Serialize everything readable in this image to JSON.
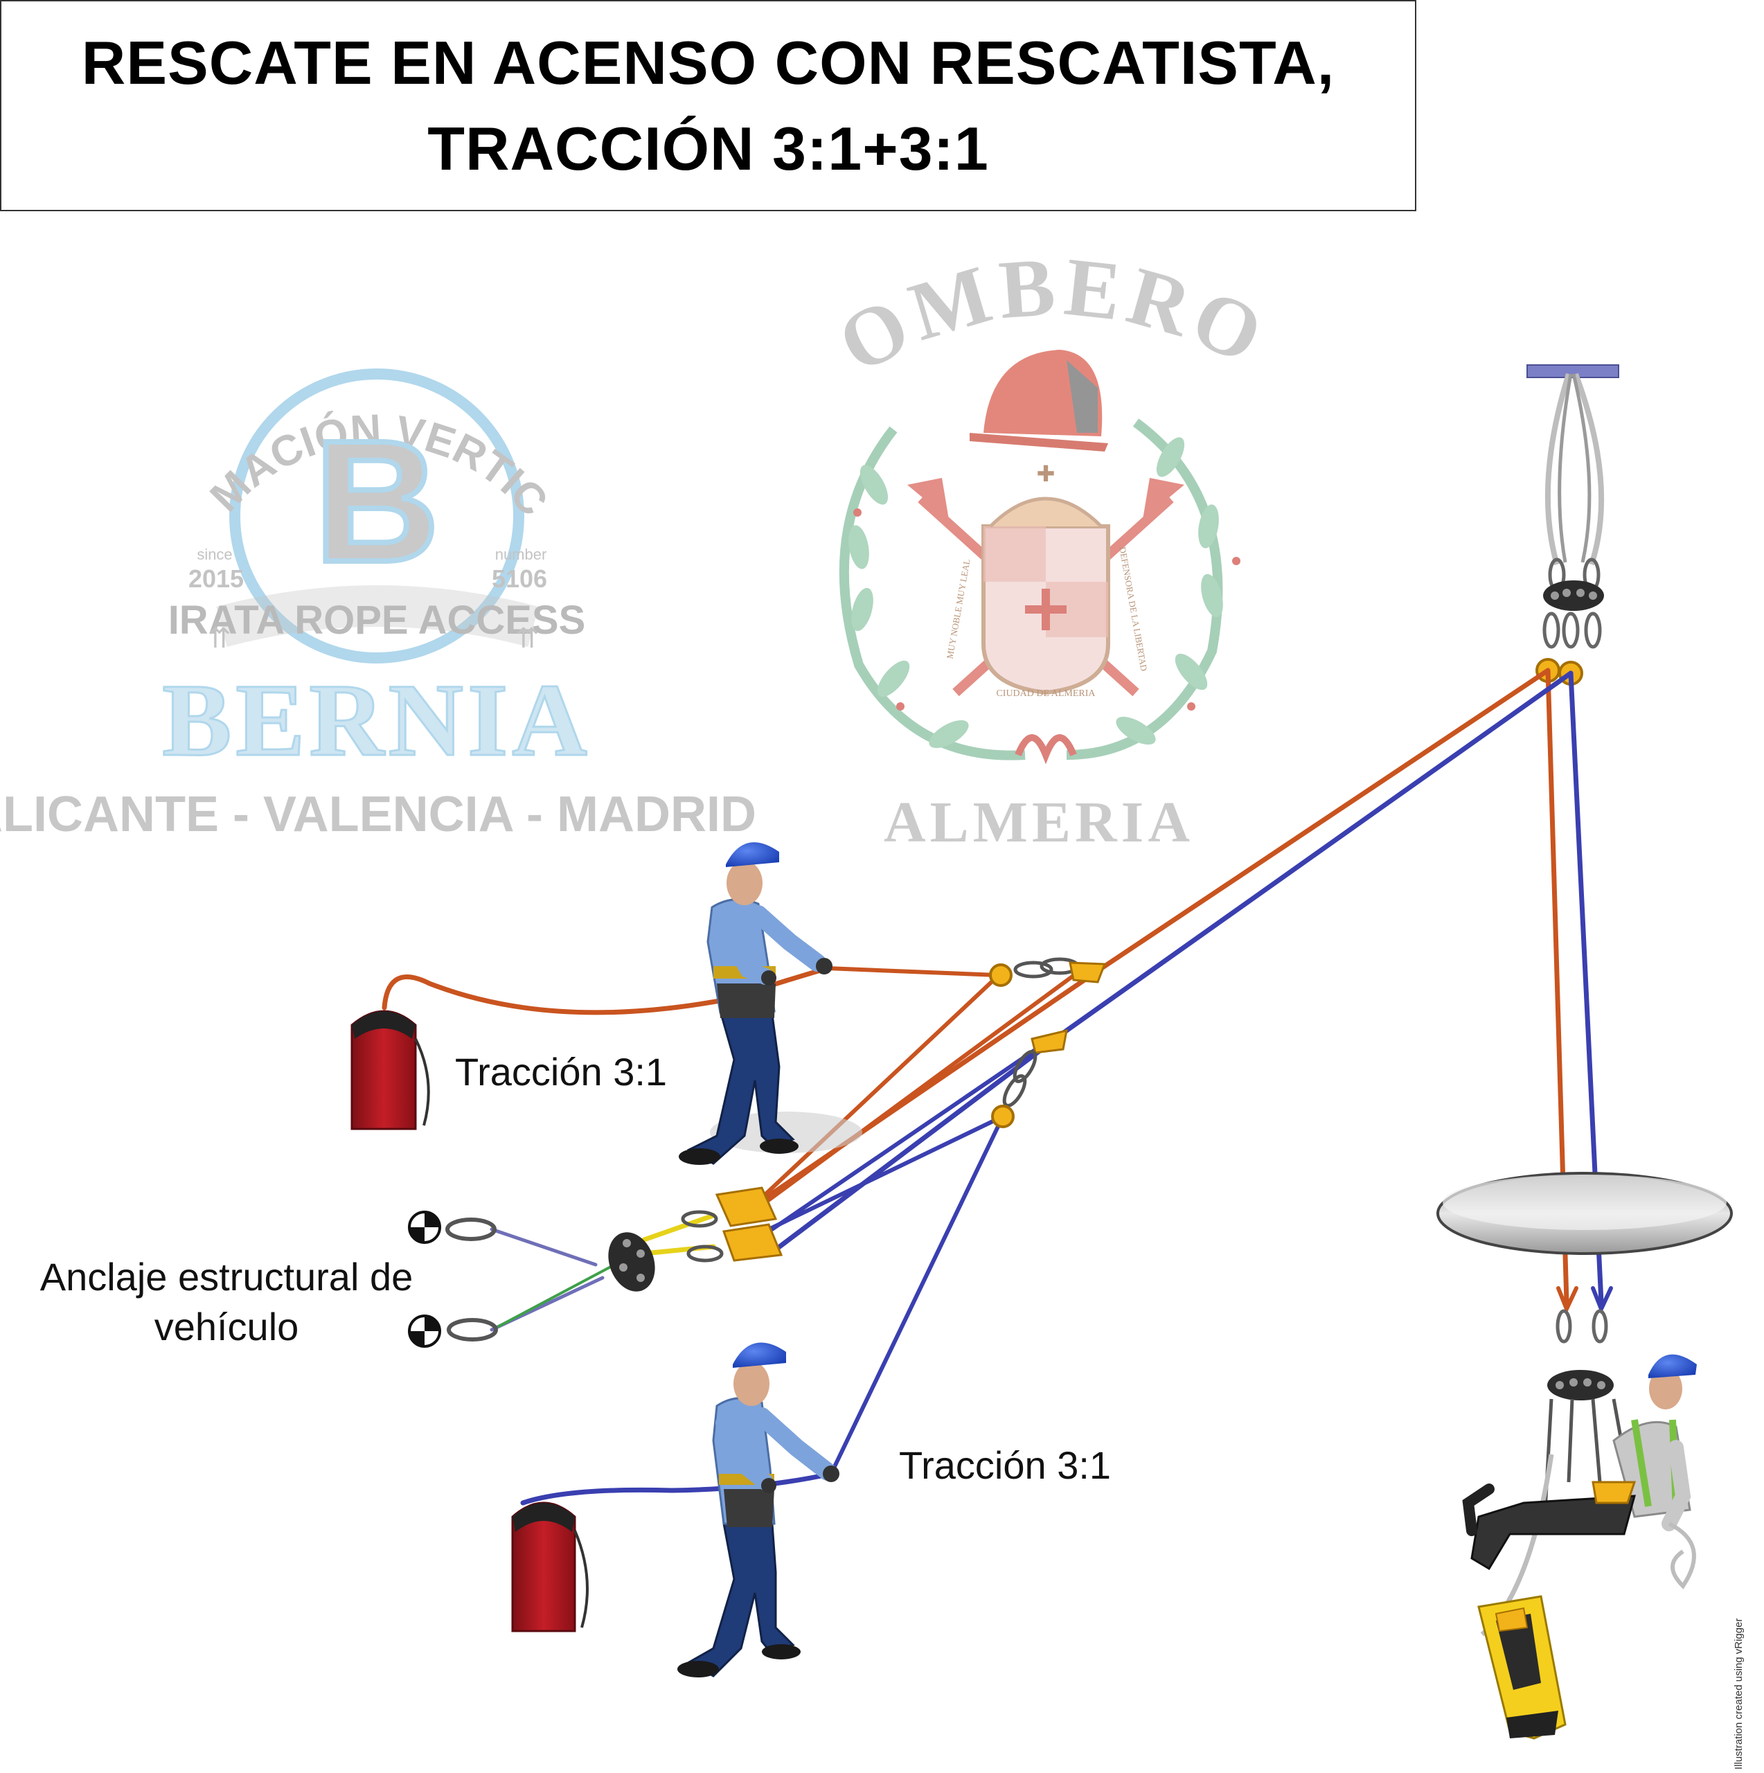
{
  "title": {
    "line1": "RESCATE EN ACENSO CON RESCATISTA,",
    "line2": "TRACCIÓN 3:1+3:1"
  },
  "labels": {
    "traccion_upper": "Tracción 3:1",
    "traccion_lower": "Tracción 3:1",
    "anclaje_line1": "Anclaje estructural de",
    "anclaje_line2": "vehículo"
  },
  "logos": {
    "bernia": {
      "arc_text": "IVSAS - FORMACIÓN VERTICAL - MACAP",
      "letter": "B",
      "since_label": "since",
      "since_year": "2015",
      "number_label": "number",
      "number_value": "5106",
      "ribbon": "IRATA ROPE ACCESS",
      "name": "BERNIA",
      "cities": "ALICANTE - VALENCIA - MADRID"
    },
    "bomberos": {
      "top": "BOMBEROS",
      "bottom": "ALMERIA",
      "seal_left": "MUY NOBLE MUY LEAL",
      "seal_right": "DEFENSORA DE LA LIBERTAD",
      "seal_bottom": "CIUDAD DE ALMERIA"
    }
  },
  "credit": "Illustration created using vRigger",
  "colors": {
    "rope_orange": "#c9541f",
    "rope_blue": "#3a3fb0",
    "helmet_blue": "#1f4fd1",
    "bag_red": "#b01a22",
    "device_yellow": "#f2b21a",
    "logo_blue": "#a8d3ea",
    "logo_gray": "#b9b9b9",
    "logo_red": "#d9726b",
    "logo_green": "#8fbf9f"
  }
}
